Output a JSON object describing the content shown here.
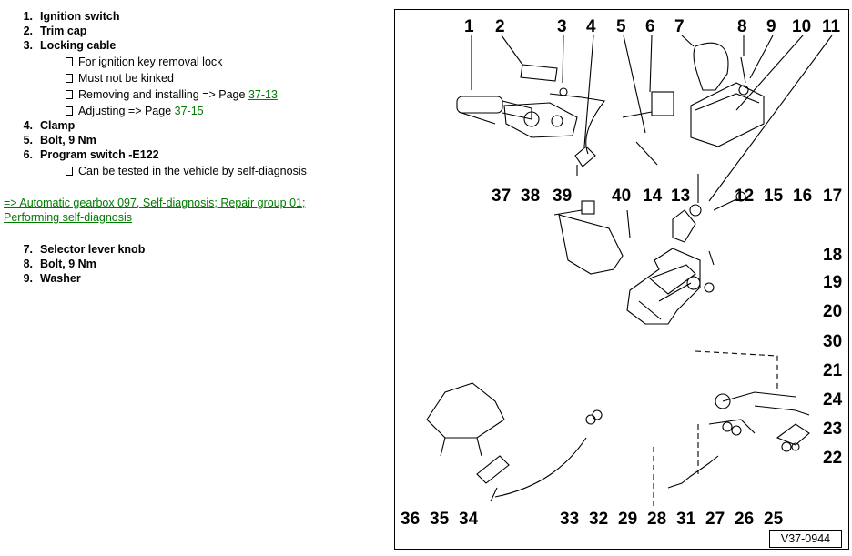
{
  "legend": [
    {
      "num": "1.",
      "label": "Ignition switch"
    },
    {
      "num": "2.",
      "label": "Trim cap"
    },
    {
      "num": "3.",
      "label": "Locking cable"
    },
    {
      "num": "4.",
      "label": "Clamp"
    },
    {
      "num": "5.",
      "label": "Bolt, 9 Nm"
    },
    {
      "num": "6.",
      "label": "Program switch -E122"
    },
    {
      "num": "7.",
      "label": "Selector lever knob"
    },
    {
      "num": "8.",
      "label": "Bolt, 9 Nm"
    },
    {
      "num": "9.",
      "label": "Washer"
    }
  ],
  "notes_3": {
    "key_lock": "For ignition key removal lock",
    "no_kink": "Must not be kinked",
    "removing_prefix": "Removing and installing => Page ",
    "removing_page": "37-13",
    "adjusting_prefix": "Adjusting => Page ",
    "adjusting_page": "37-15"
  },
  "notes_6": {
    "self_diag": "Can be tested in the vehicle by self-diagnosis"
  },
  "xref": {
    "line1": "=> Automatic gearbox 097, Self-diagnosis; Repair group 01;",
    "line2": "Performing self-diagnosis"
  },
  "figure": {
    "part_number": "V37-0944",
    "callouts_top": [
      "1",
      "2",
      "3",
      "4",
      "5",
      "6",
      "7",
      "8",
      "9",
      "10",
      "11"
    ],
    "callouts_mid": [
      "37",
      "38",
      "39",
      "40",
      "14",
      "13",
      "12",
      "15",
      "16",
      "17"
    ],
    "callouts_right": [
      "18",
      "19",
      "20",
      "30",
      "21",
      "24",
      "23",
      "22"
    ],
    "callouts_bottom": [
      "36",
      "35",
      "34",
      "33",
      "32",
      "29",
      "28",
      "31",
      "27",
      "26",
      "25"
    ]
  }
}
